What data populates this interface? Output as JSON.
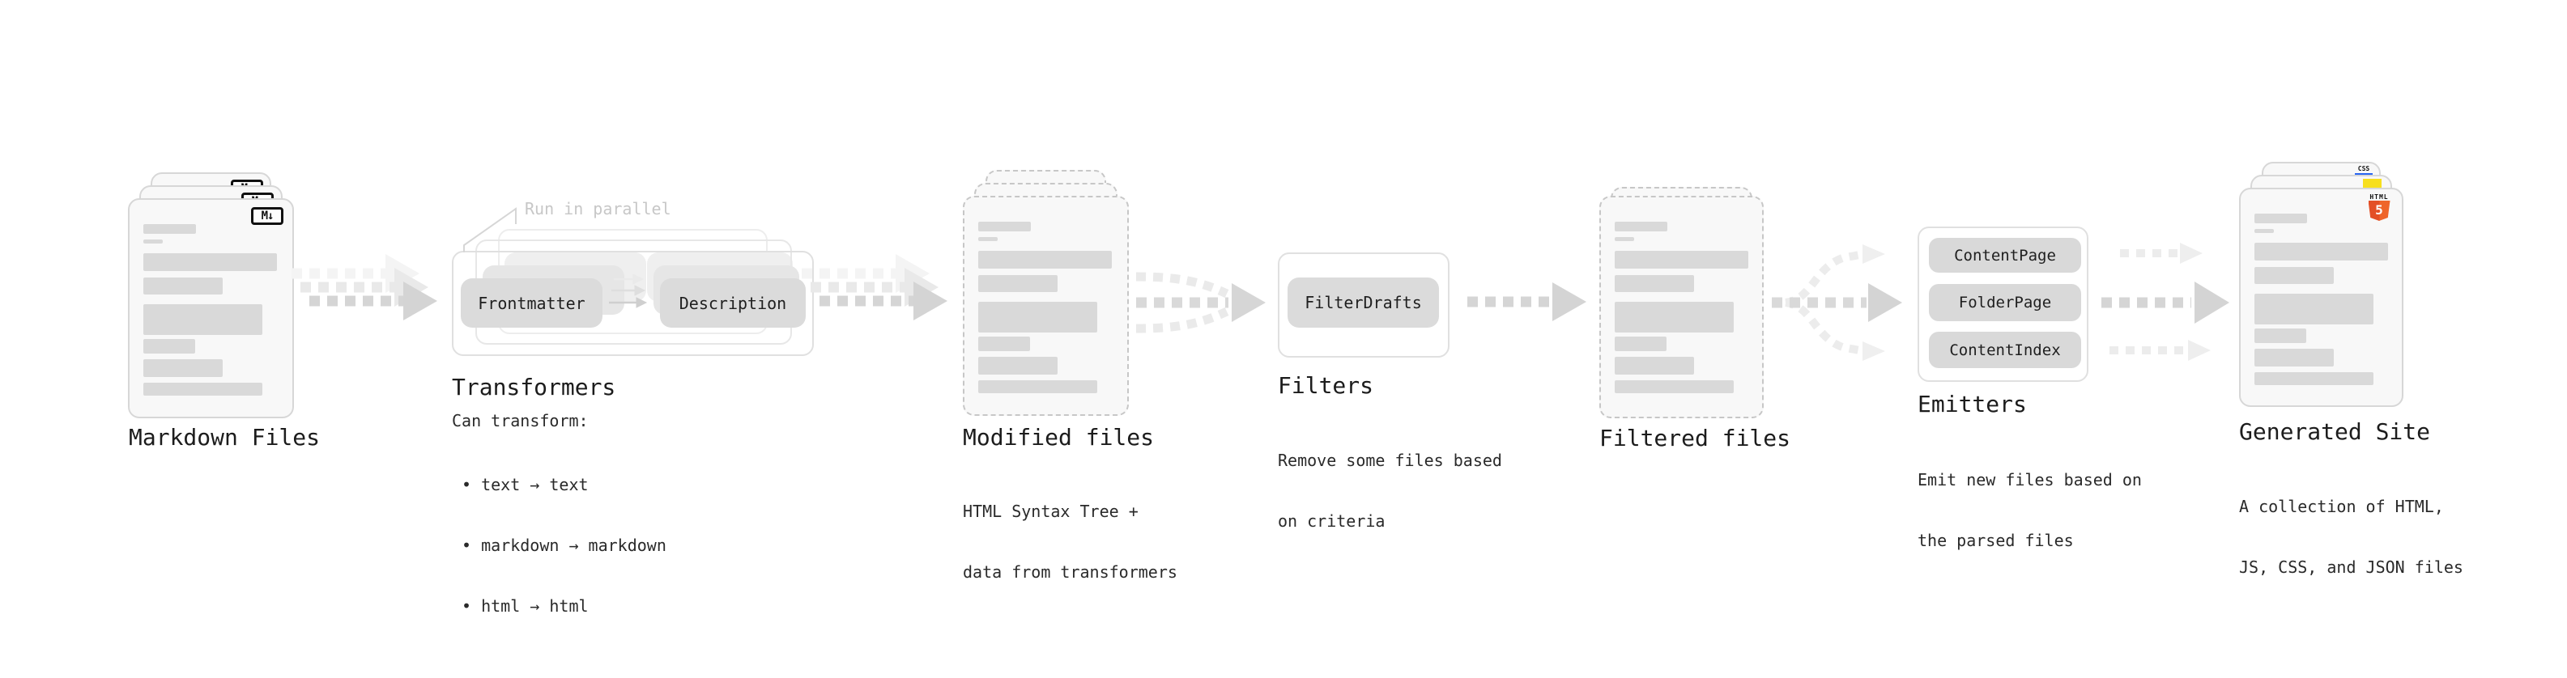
{
  "stages": {
    "markdown_files": {
      "title": "Markdown Files",
      "icon_text": "M↓"
    },
    "transformers": {
      "callout": "Run in parallel",
      "box1": "Frontmatter",
      "box2": "Description",
      "title": "Transformers",
      "body": "Can transform:",
      "bullet_char": "•",
      "bullets": [
        "text → text",
        "markdown → markdown",
        "html → html"
      ]
    },
    "modified_files": {
      "title": "Modified files",
      "subtitle": [
        "HTML Syntax Tree +",
        "data from transformers"
      ]
    },
    "filters": {
      "box": "FilterDrafts",
      "title": "Filters",
      "subtitle": [
        "Remove some files based",
        "on criteria"
      ]
    },
    "filtered_files": {
      "title": "Filtered files"
    },
    "emitters": {
      "pills": [
        "ContentPage",
        "FolderPage",
        "ContentIndex"
      ],
      "title": "Emitters",
      "subtitle": [
        "Emit new files based on",
        "the parsed files"
      ]
    },
    "generated_site": {
      "title": "Generated Site",
      "subtitle": [
        "A collection of HTML,",
        "JS, CSS, and JSON files"
      ],
      "html5_badge_word": "HTML",
      "html5_badge_number": "5",
      "css_badge": "CSS"
    }
  },
  "colors": {
    "arrow_main": "#d5d5d5",
    "arrow_ghost": "#e9e9e9",
    "arrow_faint": "#f4f4f4",
    "card_border": "#d7d7d7",
    "dashed_border": "#c7c7c7",
    "bar_fill": "#d9d9d9",
    "html5_orange": "#e34f26",
    "js_yellow": "#f7df1e",
    "css_blue": "#2965f1"
  }
}
